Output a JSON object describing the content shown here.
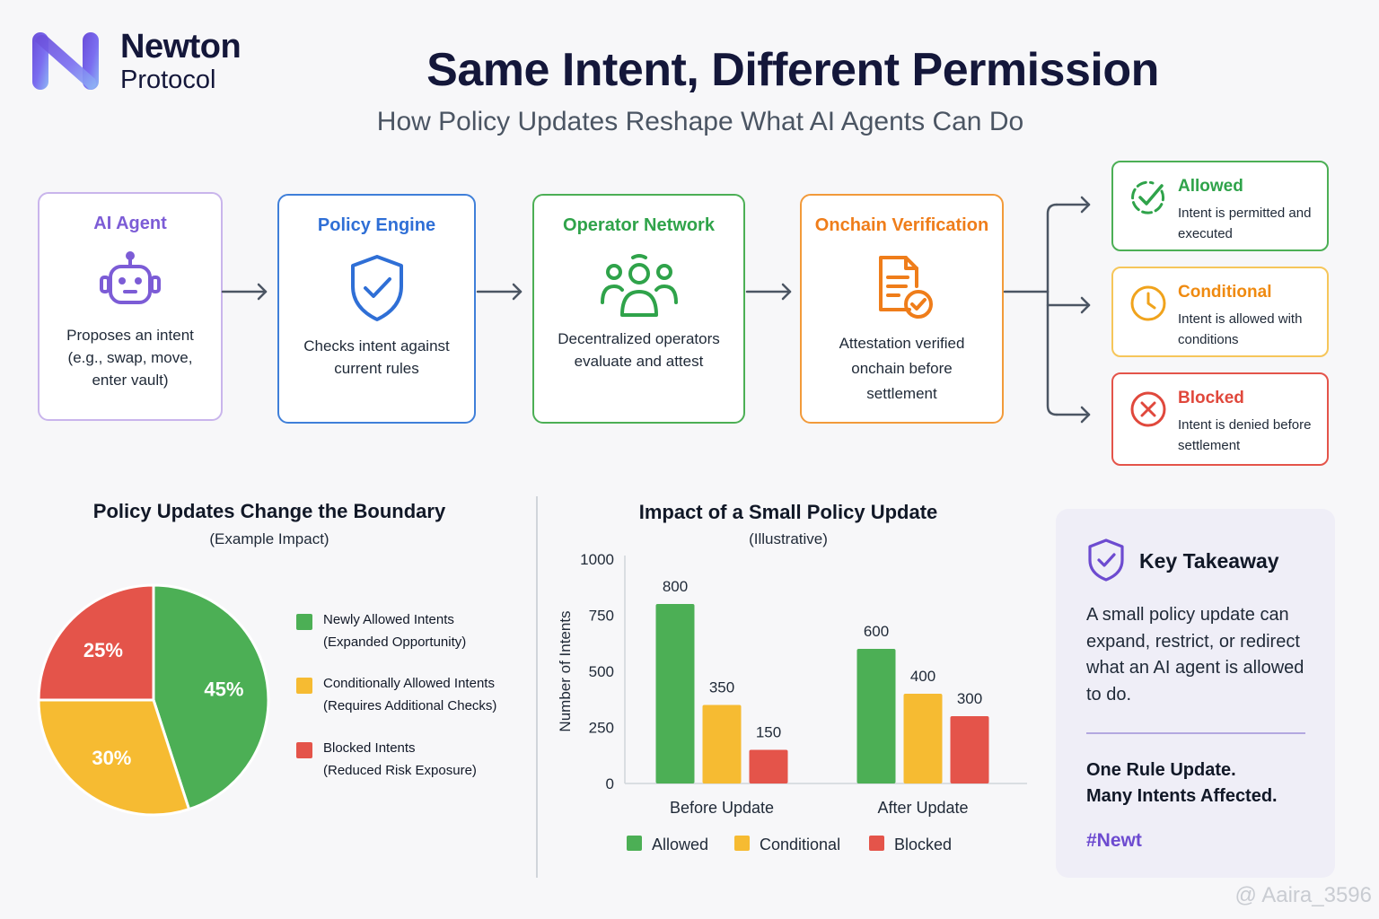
{
  "brand": {
    "name": "Newton",
    "sub": "Protocol"
  },
  "header": {
    "title": "Same Intent, Different Permission",
    "subtitle": "How Policy Updates Reshape What AI Agents Can Do"
  },
  "flow": [
    {
      "title": "AI Agent",
      "desc": "Proposes an intent (e.g., swap, move, enter vault)",
      "color": "#7c5cd6",
      "icon": "robot-icon"
    },
    {
      "title": "Policy Engine",
      "desc": "Checks intent against current rules",
      "color": "#2f6fd6",
      "icon": "shield-check-icon"
    },
    {
      "title": "Operator Network",
      "desc": "Decentralized operators evaluate and attest",
      "color": "#2fa34a",
      "icon": "people-icon"
    },
    {
      "title": "Onchain Verification",
      "desc": "Attestation verified onchain before settlement",
      "color": "#ef7d1a",
      "icon": "document-check-icon"
    }
  ],
  "outcomes": [
    {
      "title": "Allowed",
      "desc": "Intent is permitted and executed",
      "color": "#2fa34a",
      "icon": "check-icon"
    },
    {
      "title": "Conditional",
      "desc": "Intent is allowed with conditions",
      "color": "#f0a31c",
      "icon": "clock-icon"
    },
    {
      "title": "Blocked",
      "desc": "Intent is denied before settlement",
      "color": "#e0483c",
      "icon": "x-circle-icon"
    }
  ],
  "pie_section": {
    "title": "Policy Updates Change the Boundary",
    "subtitle": "(Example Impact)"
  },
  "bar_section": {
    "title": "Impact of a Small Policy Update",
    "subtitle": "(Illustrative)"
  },
  "chart_data": [
    {
      "type": "pie",
      "title": "Policy Updates Change the Boundary",
      "subtitle": "(Example Impact)",
      "slices": [
        {
          "label": "Newly Allowed Intents",
          "note": "(Expanded Opportunity)",
          "value": 45,
          "display": "45%",
          "color": "#4caf55"
        },
        {
          "label": "Conditionally Allowed Intents",
          "note": "(Requires Additional Checks)",
          "value": 30,
          "display": "30%",
          "color": "#f6bb32"
        },
        {
          "label": "Blocked Intents",
          "note": "(Reduced Risk Exposure)",
          "value": 25,
          "display": "25%",
          "color": "#e4544a"
        }
      ]
    },
    {
      "type": "bar",
      "title": "Impact of a Small Policy Update",
      "subtitle": "(Illustrative)",
      "categories": [
        "Before Update",
        "After Update"
      ],
      "series": [
        {
          "name": "Allowed",
          "values": [
            800,
            600
          ],
          "color": "#4caf55"
        },
        {
          "name": "Conditional",
          "values": [
            350,
            400
          ],
          "color": "#f6bb32"
        },
        {
          "name": "Blocked",
          "values": [
            150,
            300
          ],
          "color": "#e4544a"
        }
      ],
      "ylabel": "Number of Intents",
      "xlabel": "",
      "ylim": [
        0,
        1000
      ],
      "yticks": [
        0,
        250,
        500,
        750,
        1000
      ],
      "grid": false,
      "legend": "bottom"
    }
  ],
  "takeaway": {
    "title": "Key Takeaway",
    "body": "A small policy update can expand, restrict, or redirect what an AI agent is allowed to do.",
    "strong_line1": "One Rule Update.",
    "strong_line2": "Many Intents Affected.",
    "tag": "#Newt"
  },
  "watermark": "@ Aaira_3596"
}
